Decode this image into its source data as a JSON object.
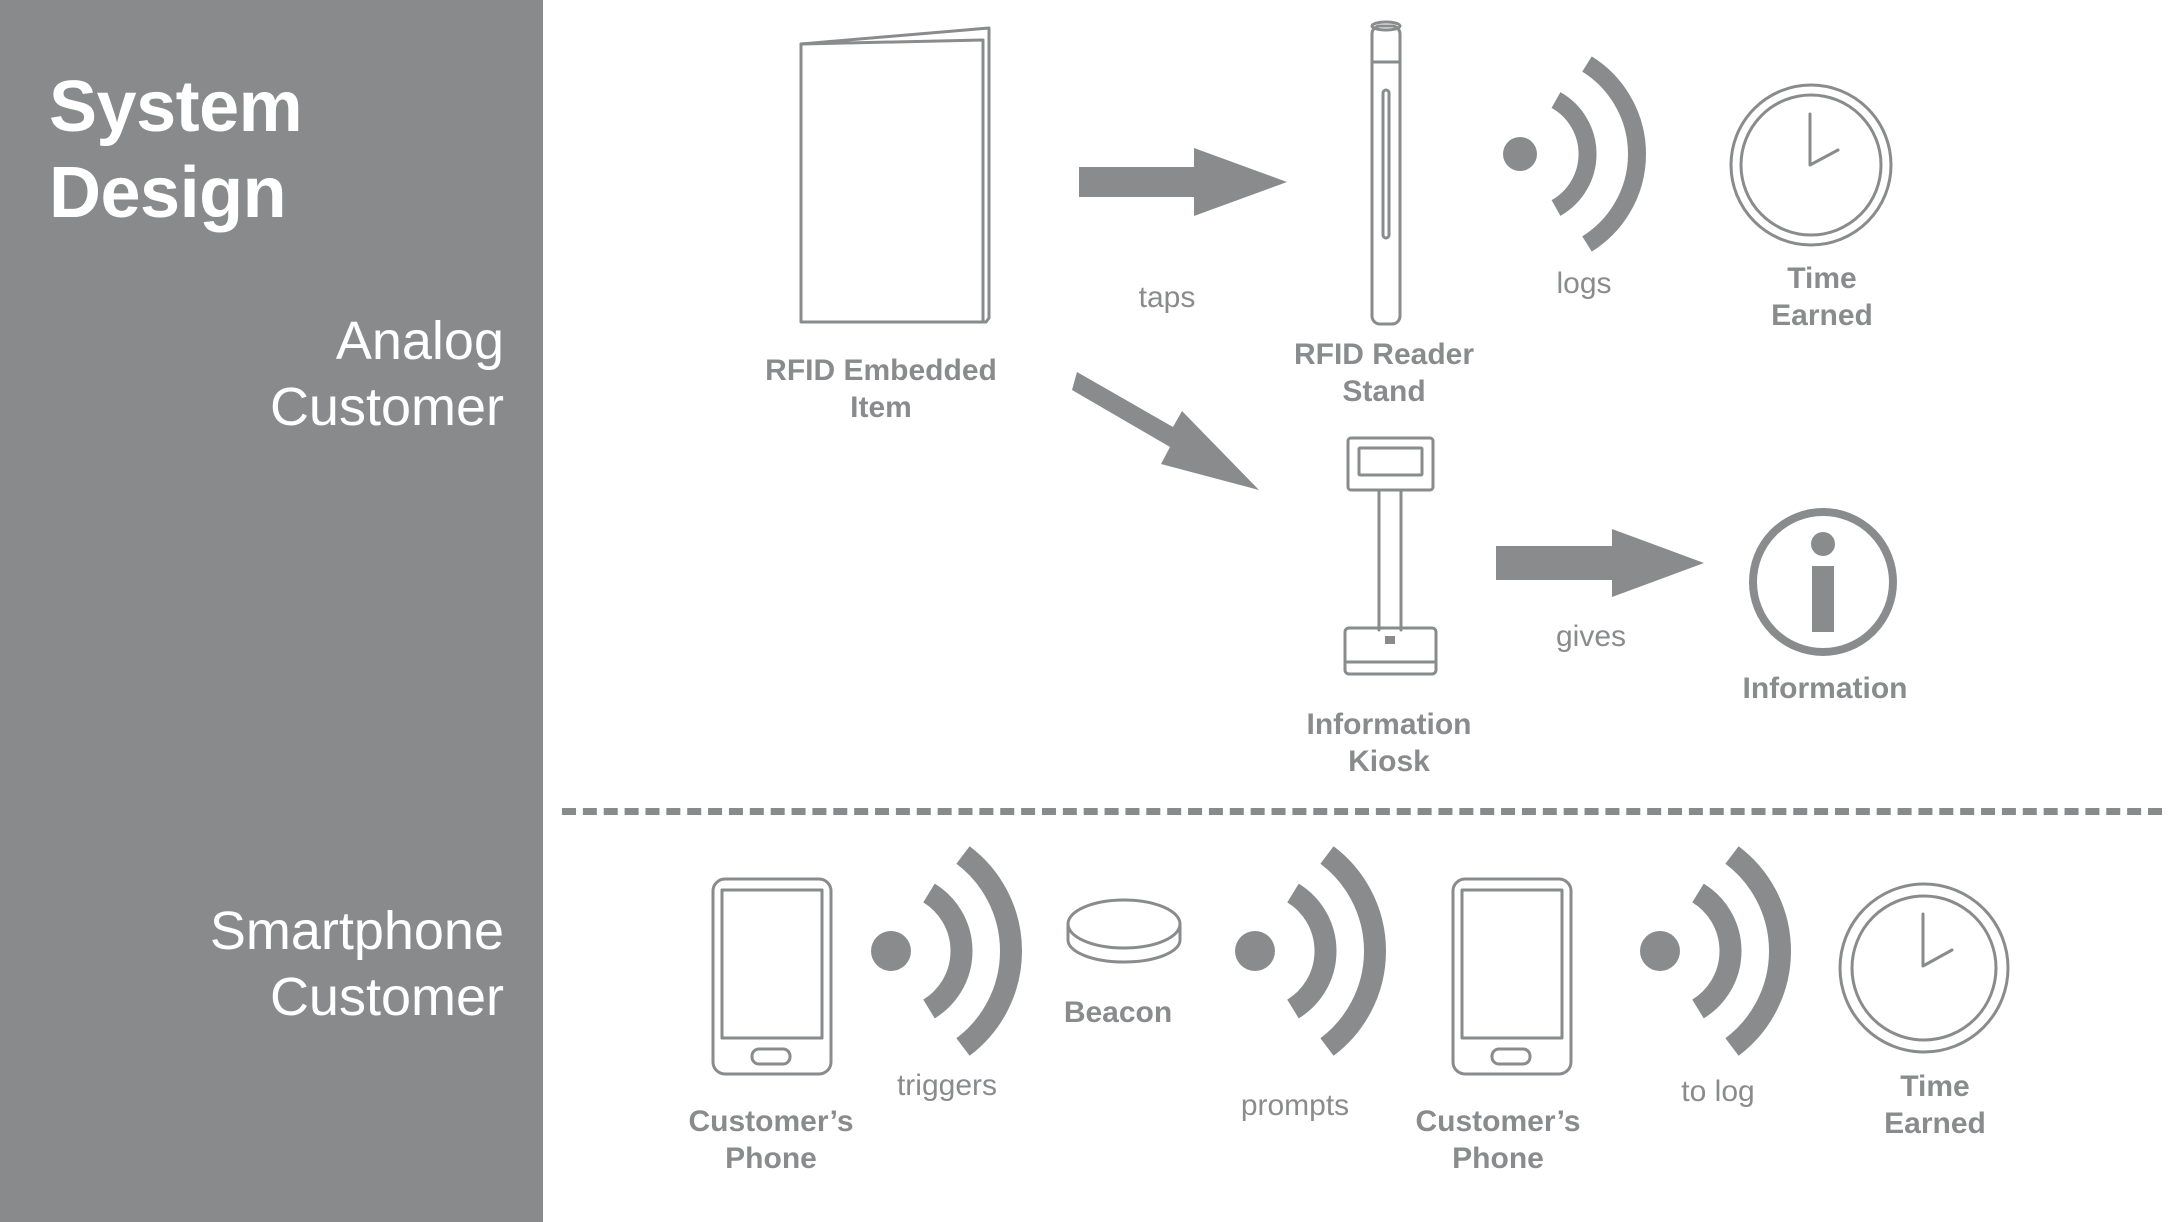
{
  "title": "System\nDesign",
  "rows": {
    "analog": "Analog\nCustomer",
    "smartphone": "Smartphone\nCustomer"
  },
  "analog_flow": {
    "rfid_item": "RFID Embedded\nItem",
    "taps": "taps",
    "reader_stand": "RFID Reader\nStand",
    "logs": "logs",
    "time_earned": "Time\nEarned",
    "kiosk": "Information\nKiosk",
    "gives": "gives",
    "information": "Information"
  },
  "smartphone_flow": {
    "phone_1": "Customer’s\nPhone",
    "triggers": "triggers",
    "beacon": "Beacon",
    "prompts": "prompts",
    "phone_2": "Customer’s\nPhone",
    "to_log": "to log",
    "time_earned": "Time\nEarned"
  },
  "colors": {
    "sidebar": "#898a8c",
    "icon_stroke": "#8a8b8d",
    "icon_fill": "#8a8b8d",
    "text": "#8a8b8d"
  }
}
